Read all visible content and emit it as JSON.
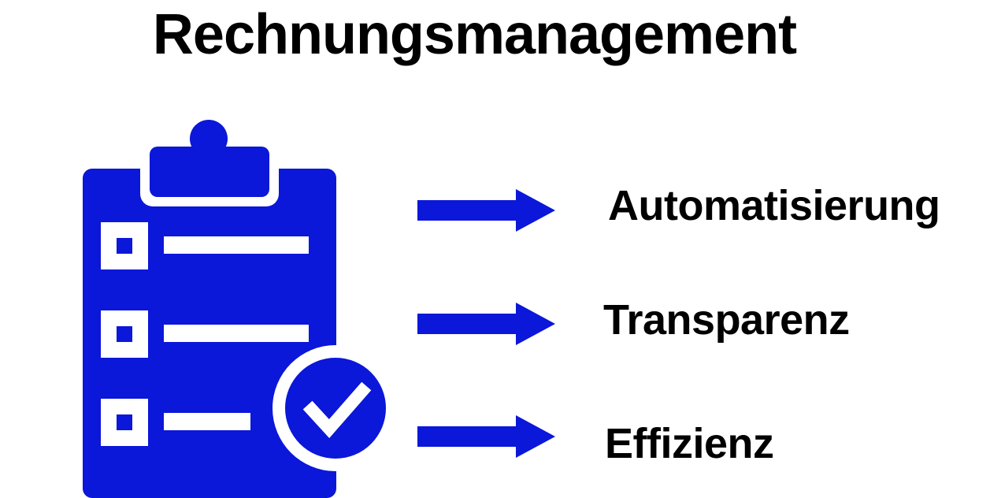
{
  "title": "Rechnungsmanagement",
  "items": [
    {
      "label": "Automatisierung"
    },
    {
      "label": "Transparenz"
    },
    {
      "label": "Effizienz"
    }
  ],
  "icons": {
    "main": "clipboard-checklist-icon",
    "badge": "checkmark-circle-icon",
    "connector": "arrow-right-icon"
  },
  "colors": {
    "accent": "#0b17d9",
    "text": "#000000",
    "background": "#ffffff"
  }
}
